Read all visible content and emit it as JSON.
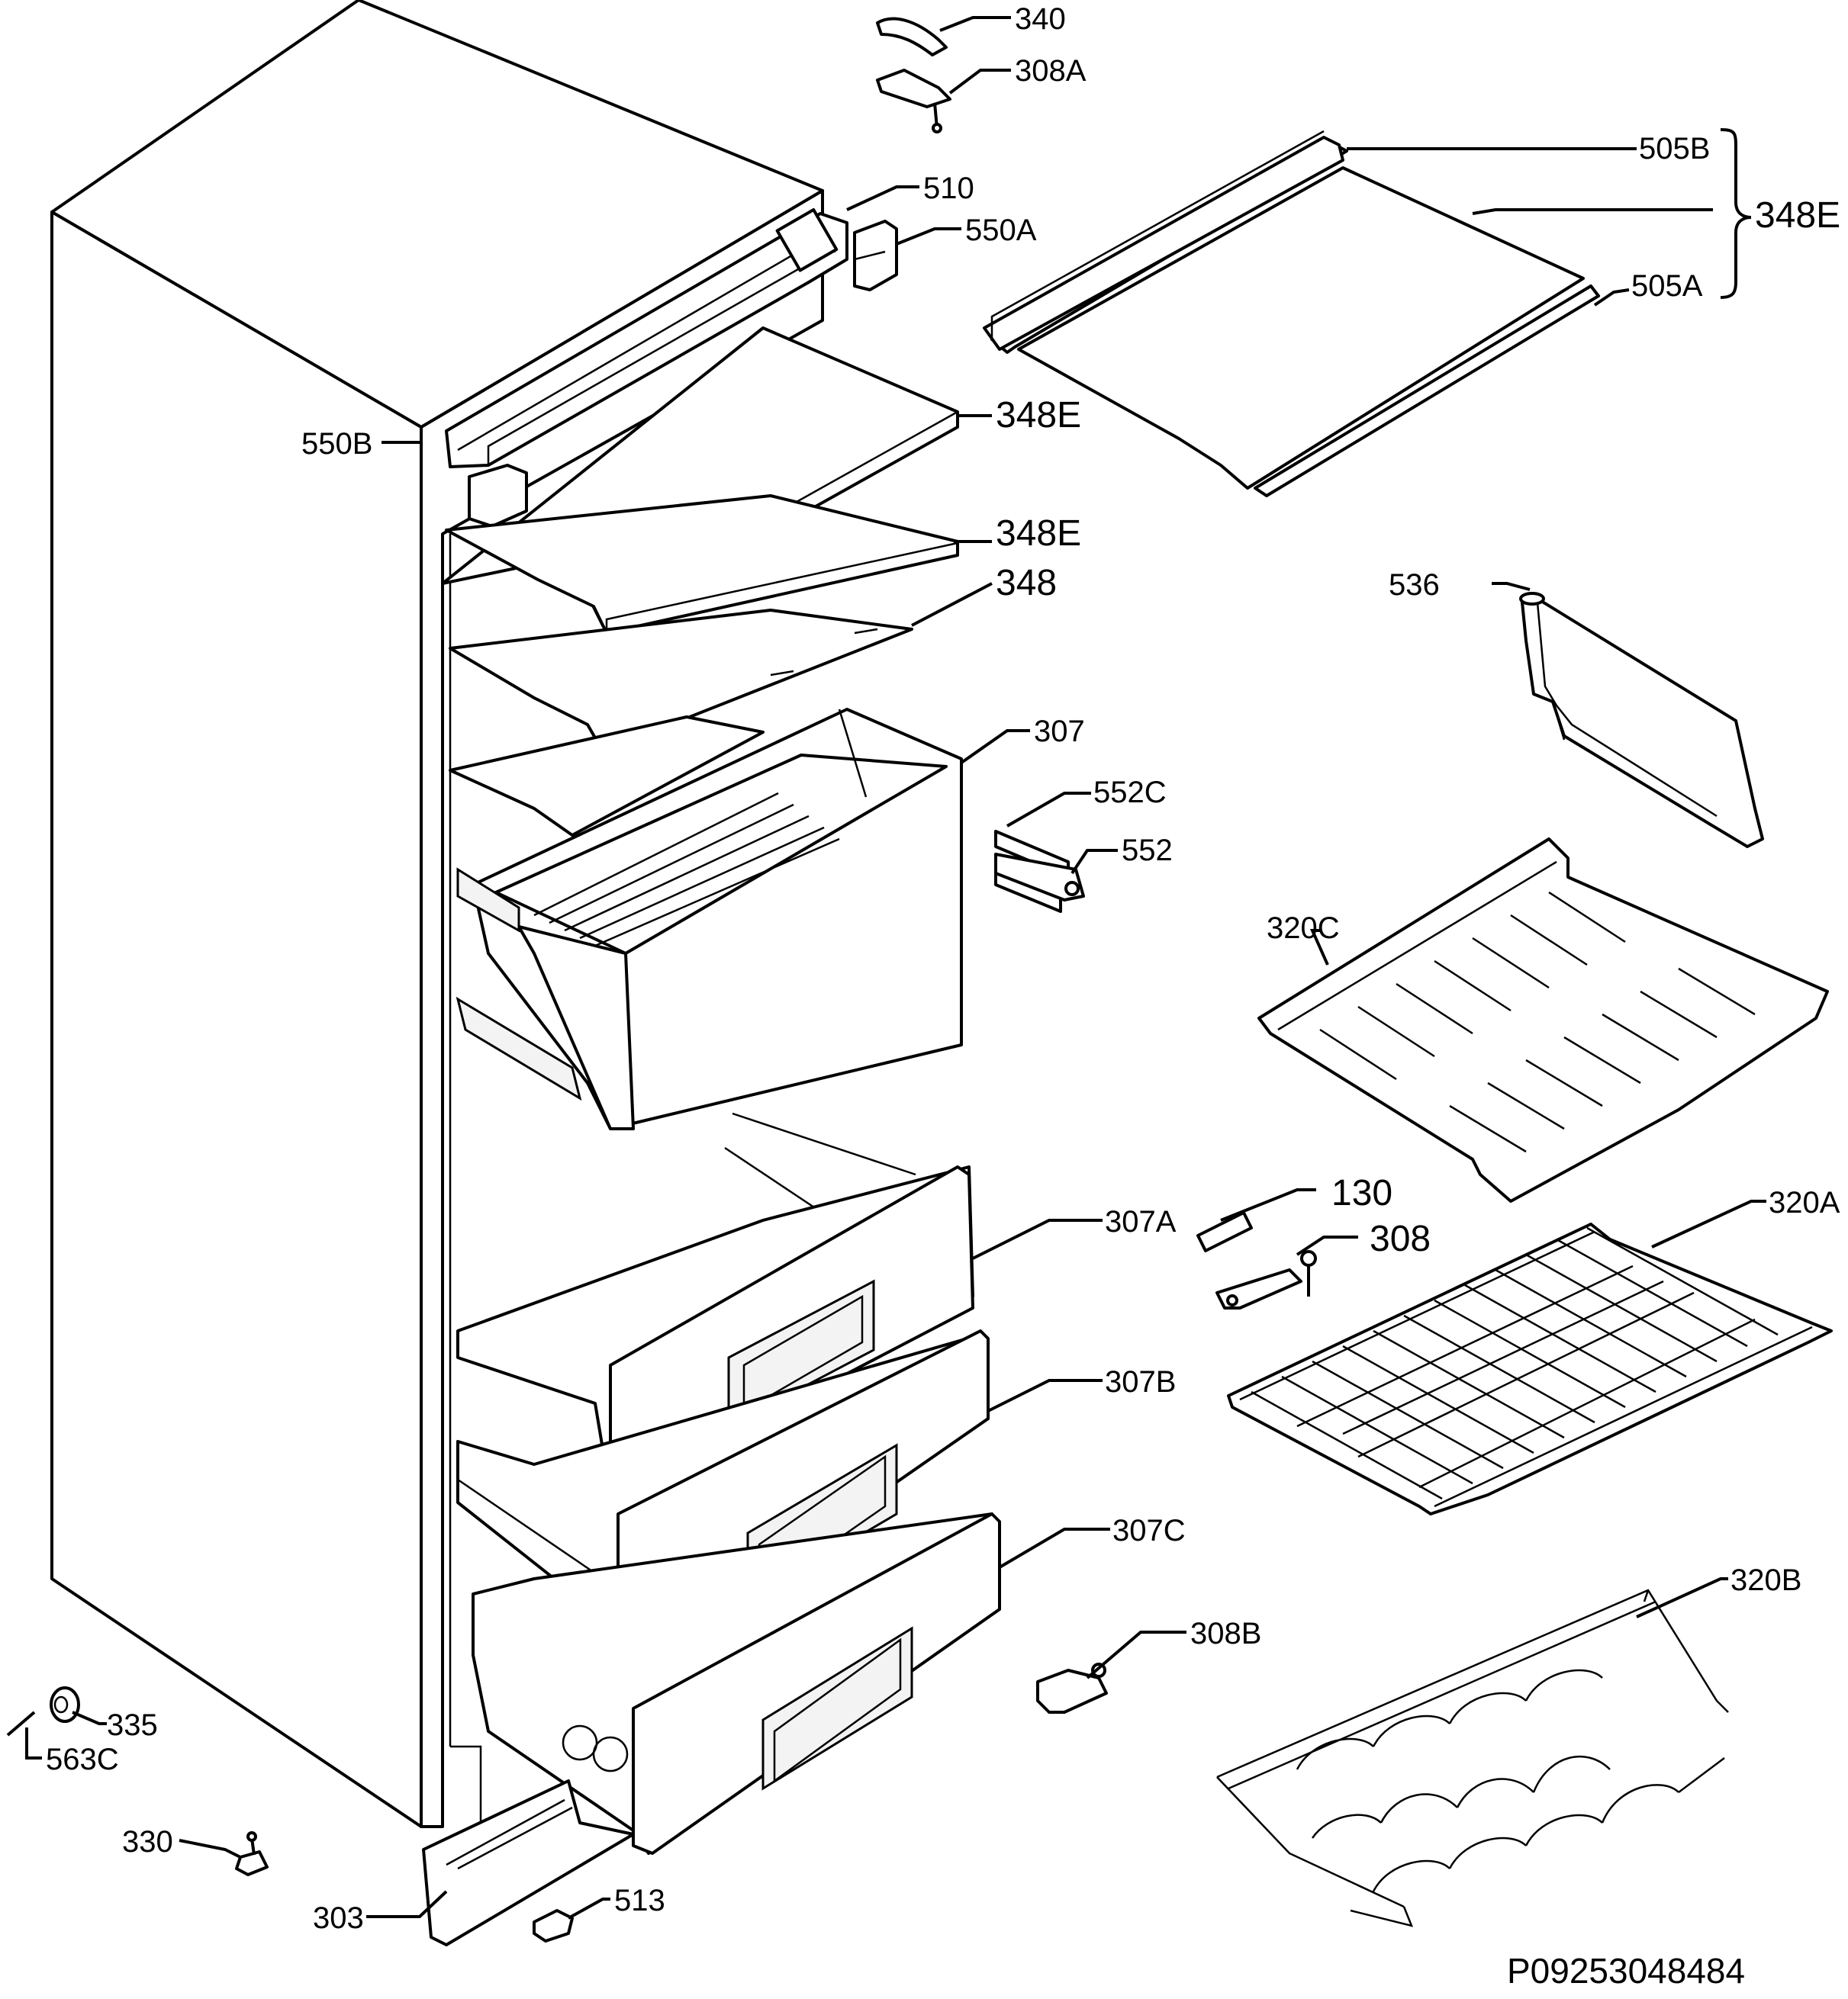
{
  "diagram": {
    "code": "P09253048484",
    "labels": {
      "l340": "340",
      "l308a": "308A",
      "l510": "510",
      "l550a": "550A",
      "l550b": "550B",
      "l505b": "505B",
      "l348e_group": "348E",
      "l505a": "505A",
      "l348e_1": "348E",
      "l348e_2": "348E",
      "l348": "348",
      "l536": "536",
      "l307": "307",
      "l552c": "552C",
      "l552": "552",
      "l320c": "320C",
      "l130": "130",
      "l308": "308",
      "l320a": "320A",
      "l307a": "307A",
      "l307b": "307B",
      "l307c": "307C",
      "l320b": "320B",
      "l308b": "308B",
      "l335": "335",
      "l563c": "563C",
      "l330": "330",
      "l303": "303",
      "l513": "513"
    }
  }
}
